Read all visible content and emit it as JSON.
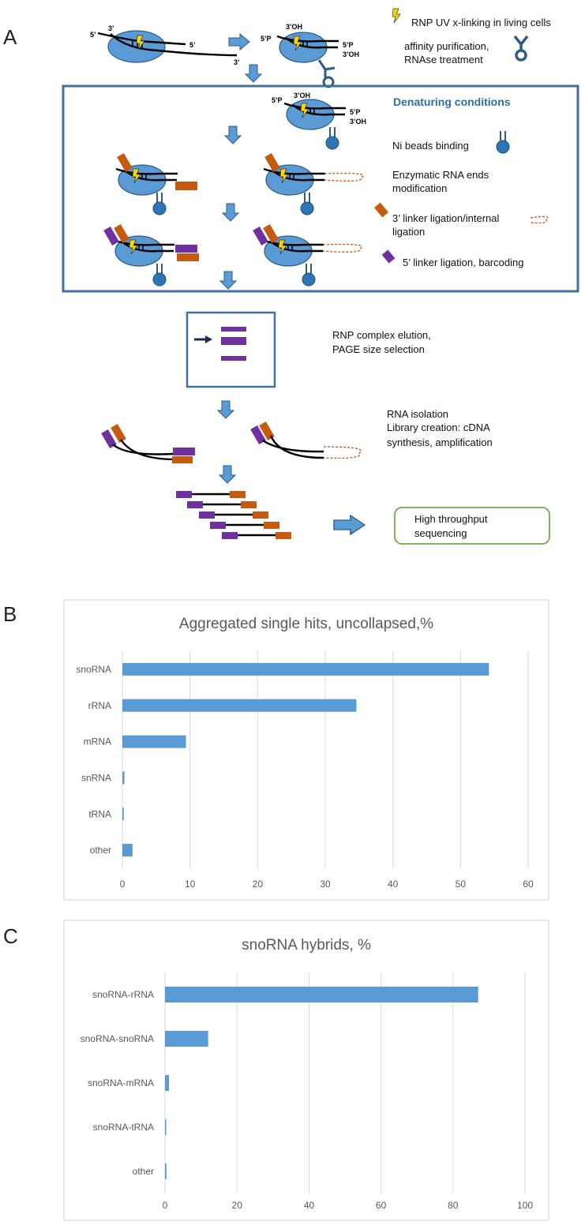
{
  "panel_a": {
    "letter": "A",
    "strand_labels": {
      "top_5": "5’",
      "top_3": "3’",
      "right_5": "5’",
      "bottom_3": "3’",
      "p5": "5’P",
      "oh3": "3’OH",
      "p5_right": "5’P",
      "oh3_right": "3’OH"
    },
    "legend": {
      "uv": "RNP UV x-linking in living cells",
      "affinity_1": "affinity purification,",
      "affinity_2": "RNAse treatment",
      "denaturing": "Denaturing conditions",
      "ni_beads": "Ni beads binding",
      "enzymatic_1": "Enzymatic RNA ends",
      "enzymatic_2": "modification",
      "linker3_1": "3’ linker ligation/internal",
      "linker3_2": "ligation",
      "linker5": "5’ linker ligation, barcoding",
      "elution_1": "RNP complex elution,",
      "elution_2": "PAGE size selection",
      "isolation_1": "RNA isolation",
      "isolation_2": "Library creation: cDNA",
      "isolation_3": "synthesis, amplification",
      "seq_1": "High throughput",
      "seq_2": "sequencing"
    },
    "colors": {
      "rnp": "#5b9bd5",
      "rnp_dark": "#2e5c8a",
      "linker3": "#c55a11",
      "linker5": "#7030a0",
      "bead": "#2e75b6",
      "arrow": "#5b9bd5",
      "box_border": "#41719c",
      "seq_border": "#70ad47",
      "lightning": "#ffd700"
    }
  },
  "chart_data": [
    {
      "panel": "B",
      "type": "bar",
      "orientation": "horizontal",
      "title": "Aggregated single hits, uncollapsed,%",
      "categories": [
        "snoRNA",
        "rRNA",
        "mRNA",
        "snRNA",
        "tRNA",
        "other"
      ],
      "values": [
        54.2,
        34.6,
        9.4,
        0.3,
        0.2,
        1.5
      ],
      "xlim": [
        0,
        60
      ],
      "xticks": [
        "0",
        "10",
        "20",
        "30",
        "40",
        "50",
        "60"
      ],
      "grid": true,
      "bar_color": "#5b9bd5"
    },
    {
      "panel": "C",
      "type": "bar",
      "orientation": "horizontal",
      "title": "snoRNA hybrids, %",
      "categories": [
        "snoRNA-rRNA",
        "snoRNA-snoRNA",
        "snoRNA-mRNA",
        "snoRNA-tRNA",
        "other"
      ],
      "values": [
        87.0,
        12.0,
        1.1,
        0.3,
        0.4
      ],
      "xlim": [
        0,
        100
      ],
      "xticks": [
        "0",
        "20",
        "40",
        "60",
        "80",
        "100"
      ],
      "grid": true,
      "bar_color": "#5b9bd5"
    }
  ]
}
